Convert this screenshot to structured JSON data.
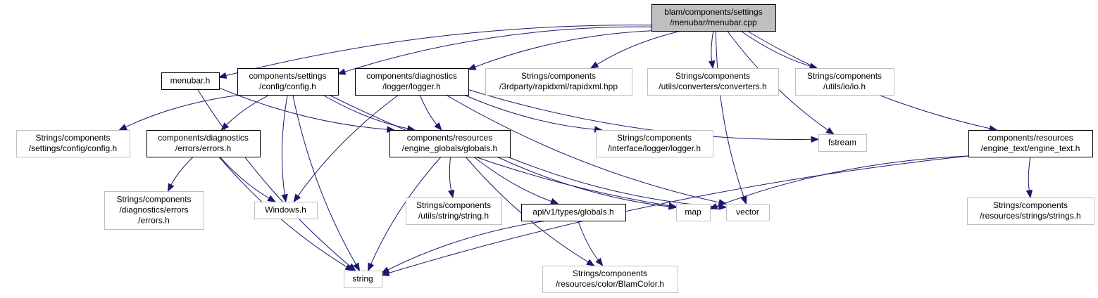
{
  "colors": {
    "edge": "#191970",
    "root_fill": "#bfbfbf",
    "local_border": "#000000",
    "external_border": "#bfbfbf"
  },
  "nodes": [
    {
      "id": "root",
      "kind": "root",
      "lines": [
        "blam/components/settings",
        "/menubar/menubar.cpp"
      ]
    },
    {
      "id": "menubar_h",
      "kind": "local",
      "lines": [
        "menubar.h"
      ]
    },
    {
      "id": "config_h",
      "kind": "local",
      "lines": [
        "components/settings",
        "/config/config.h"
      ]
    },
    {
      "id": "logger_h",
      "kind": "local",
      "lines": [
        "components/diagnostics",
        "/logger/logger.h"
      ]
    },
    {
      "id": "rapidxml",
      "kind": "ext",
      "lines": [
        "Strings/components",
        "/3rdparty/rapidxml/rapidxml.hpp"
      ]
    },
    {
      "id": "converters",
      "kind": "ext",
      "lines": [
        "Strings/components",
        "/utils/converters/converters.h"
      ]
    },
    {
      "id": "io",
      "kind": "ext",
      "lines": [
        "Strings/components",
        "/utils/io/io.h"
      ]
    },
    {
      "id": "s_config",
      "kind": "ext",
      "lines": [
        "Strings/components",
        "/settings/config/config.h"
      ]
    },
    {
      "id": "errors_h",
      "kind": "local",
      "lines": [
        "components/diagnostics",
        "/errors/errors.h"
      ]
    },
    {
      "id": "globals_h",
      "kind": "local",
      "lines": [
        "components/resources",
        "/engine_globals/globals.h"
      ]
    },
    {
      "id": "s_logger",
      "kind": "ext",
      "lines": [
        "Strings/components",
        "/interface/logger/logger.h"
      ]
    },
    {
      "id": "fstream",
      "kind": "ext",
      "lines": [
        "fstream"
      ]
    },
    {
      "id": "engine_text",
      "kind": "local",
      "lines": [
        "components/resources",
        "/engine_text/engine_text.h"
      ]
    },
    {
      "id": "s_errors",
      "kind": "ext",
      "lines": [
        "Strings/components",
        "/diagnostics/errors",
        "/errors.h"
      ]
    },
    {
      "id": "windows",
      "kind": "ext",
      "lines": [
        "Windows.h"
      ]
    },
    {
      "id": "s_string",
      "kind": "ext",
      "lines": [
        "Strings/components",
        "/utils/string/string.h"
      ]
    },
    {
      "id": "api_globals",
      "kind": "local",
      "lines": [
        "api/v1/types/globals.h"
      ]
    },
    {
      "id": "map",
      "kind": "ext",
      "lines": [
        "map"
      ]
    },
    {
      "id": "vector",
      "kind": "ext",
      "lines": [
        "vector"
      ]
    },
    {
      "id": "s_strings",
      "kind": "ext",
      "lines": [
        "Strings/components",
        "/resources/strings/strings.h"
      ]
    },
    {
      "id": "string",
      "kind": "ext",
      "lines": [
        "string"
      ]
    },
    {
      "id": "blamcolor",
      "kind": "ext",
      "lines": [
        "Strings/components",
        "/resources/color/BlamColor.h"
      ]
    }
  ],
  "edges": [
    [
      "root",
      "menubar_h"
    ],
    [
      "root",
      "config_h"
    ],
    [
      "root",
      "logger_h"
    ],
    [
      "root",
      "rapidxml"
    ],
    [
      "root",
      "converters"
    ],
    [
      "root",
      "io"
    ],
    [
      "root",
      "fstream"
    ],
    [
      "root",
      "vector"
    ],
    [
      "root",
      "engine_text"
    ],
    [
      "menubar_h",
      "globals_h"
    ],
    [
      "menubar_h",
      "string"
    ],
    [
      "config_h",
      "s_config"
    ],
    [
      "config_h",
      "errors_h"
    ],
    [
      "config_h",
      "globals_h"
    ],
    [
      "config_h",
      "windows"
    ],
    [
      "config_h",
      "string"
    ],
    [
      "config_h",
      "map"
    ],
    [
      "logger_h",
      "globals_h"
    ],
    [
      "logger_h",
      "windows"
    ],
    [
      "logger_h",
      "s_logger"
    ],
    [
      "logger_h",
      "fstream"
    ],
    [
      "logger_h",
      "vector"
    ],
    [
      "errors_h",
      "s_errors"
    ],
    [
      "errors_h",
      "windows"
    ],
    [
      "errors_h",
      "string"
    ],
    [
      "globals_h",
      "string"
    ],
    [
      "globals_h",
      "s_string"
    ],
    [
      "globals_h",
      "api_globals"
    ],
    [
      "globals_h",
      "map"
    ],
    [
      "globals_h",
      "vector"
    ],
    [
      "globals_h",
      "blamcolor"
    ],
    [
      "engine_text",
      "map"
    ],
    [
      "engine_text",
      "s_strings"
    ],
    [
      "engine_text",
      "string"
    ],
    [
      "api_globals",
      "string"
    ],
    [
      "api_globals",
      "blamcolor"
    ]
  ]
}
